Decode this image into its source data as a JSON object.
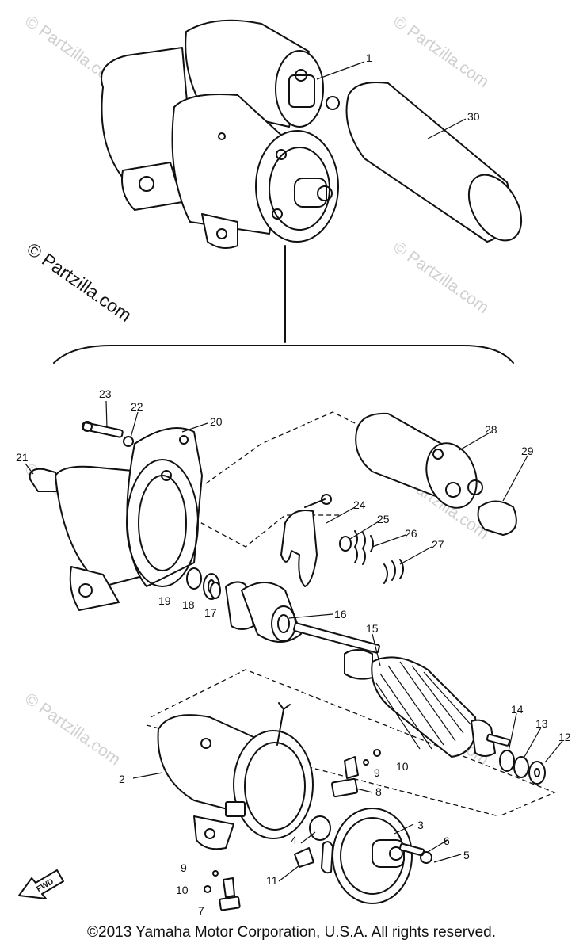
{
  "watermark": {
    "text": "© Partzilla.com"
  },
  "callouts": [
    "1",
    "2",
    "3",
    "4",
    "5",
    "6",
    "7",
    "8",
    "9",
    "10",
    "11",
    "12",
    "13",
    "14",
    "15",
    "16",
    "17",
    "18",
    "19",
    "20",
    "21",
    "22",
    "23",
    "24",
    "25",
    "26",
    "27",
    "28",
    "29",
    "30"
  ],
  "callouts_extra": [
    "9",
    "10"
  ],
  "fwd_label": "FWD",
  "copyright": "©2013 Yamaha Motor Corporation, U.S.A. All rights reserved."
}
